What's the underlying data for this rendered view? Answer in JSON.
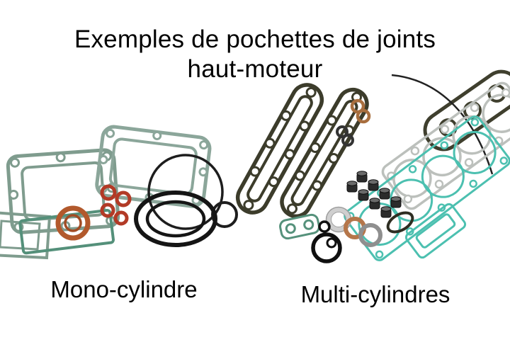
{
  "title": {
    "line1": "Exemples de pochettes de joints",
    "line2": "haut-moteur"
  },
  "figures": {
    "mono": {
      "caption": "Mono-cylindre"
    },
    "multi": {
      "caption": "Multi-cylindres"
    }
  },
  "colors": {
    "background": "#ffffff",
    "text": "#000000",
    "gasket_green": "#7f9c8e",
    "gasket_green_dark": "#54907a",
    "gasket_teal": "#4cc0b0",
    "gasket_dark_olive": "#3c3c2b",
    "gasket_gray": "#bcc0bc",
    "oring_red": "#b23a26",
    "copper": "#b2592c",
    "rubber_black": "#151515"
  }
}
